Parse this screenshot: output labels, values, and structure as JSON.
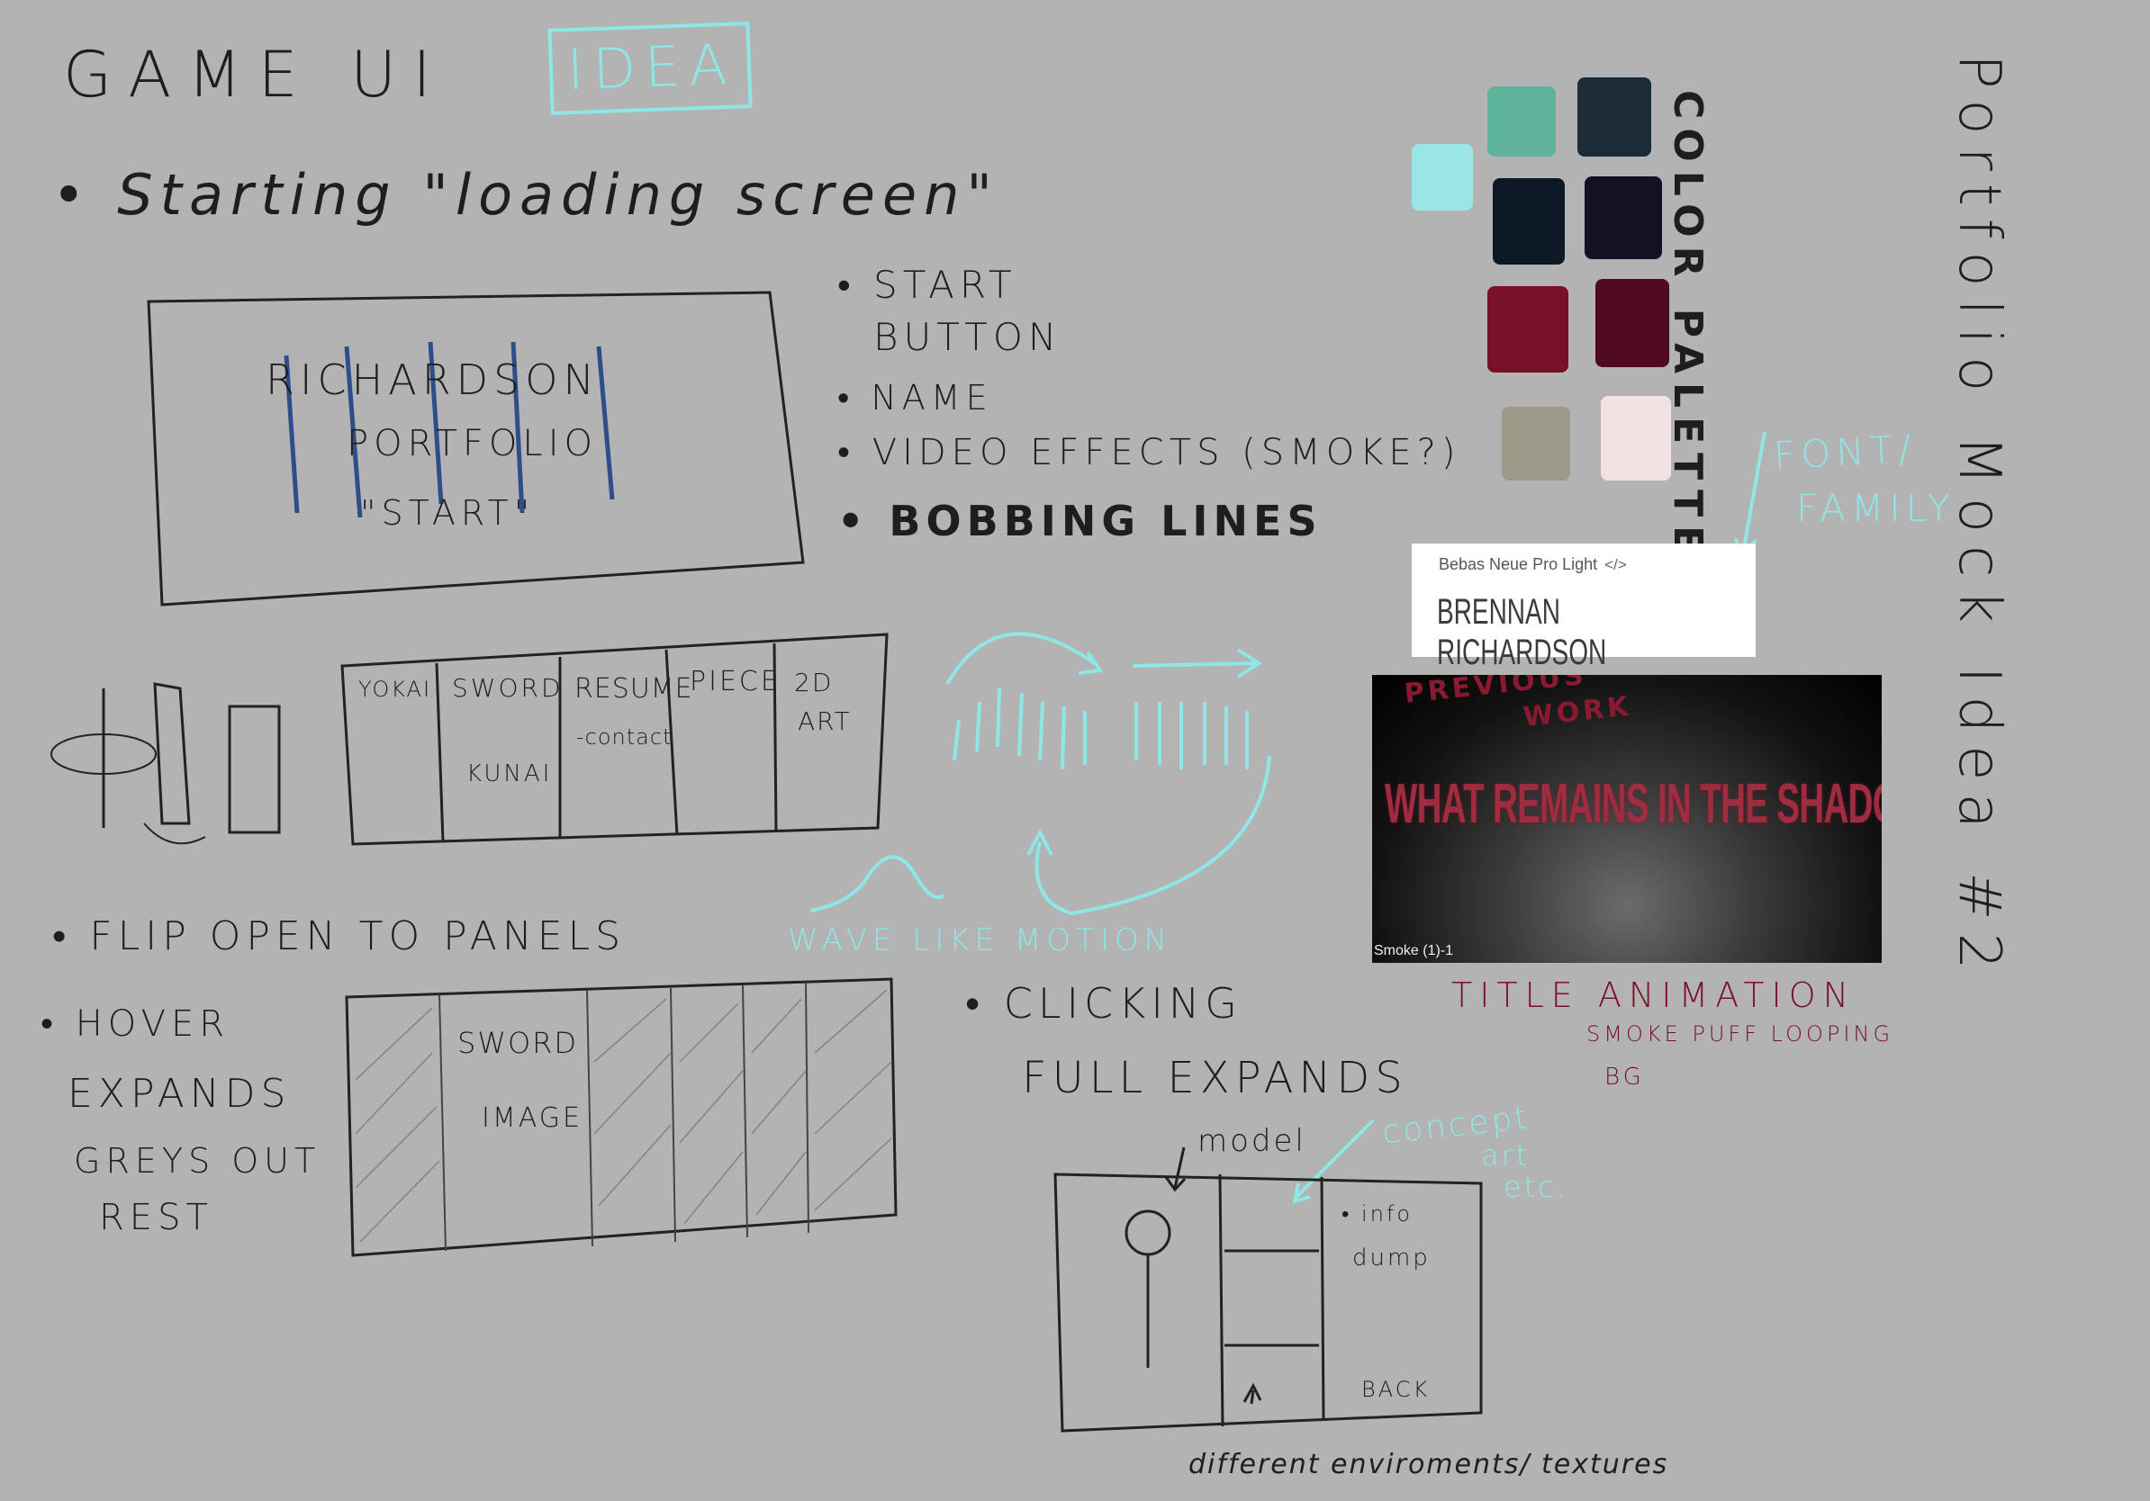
{
  "title": {
    "game_ui": "GAME UI",
    "idea": "IDEA"
  },
  "side_title": "Portfolio Mock Idea #2",
  "loading": {
    "heading": "• Starting \"loading screen\"",
    "sketch_lines": [
      "RICHARDSON",
      "PORTFOLIO",
      "\"START\""
    ],
    "notes": [
      "• START",
      "BUTTON",
      "• NAME",
      "• VIDEO EFFECTS (SMOKE?)",
      "• BOBBING LINES"
    ]
  },
  "panels": {
    "labels": [
      "YOKAI",
      "SWORD",
      "KUNAI",
      "RESUME",
      "-contact",
      "PIECE",
      "2D",
      "ART"
    ],
    "flip": "• FLIP OPEN TO PANELS",
    "hover": [
      "• HOVER",
      "EXPANDS",
      "GREYS OUT",
      "REST"
    ],
    "expanded": [
      "SWORD",
      "IMAGE"
    ]
  },
  "motion": {
    "wave_label": "WAVE LIKE MOTION"
  },
  "clicking": {
    "heading": [
      "• CLICKING",
      "FULL EXPANDS"
    ],
    "model": "model",
    "concept": [
      "concept",
      "art",
      "etc."
    ],
    "info": [
      "• info",
      "dump"
    ],
    "back": "BACK",
    "footer": "different enviroments/ textures"
  },
  "palette": {
    "label": "COLOR PALETTE",
    "colors": [
      "#5eb39a",
      "#1b2c38",
      "#9ae6e4",
      "#0c1a26",
      "#131122",
      "#7a1028",
      "#4e0a1e",
      "#9e9a8a",
      "#f1e1e0"
    ]
  },
  "font": {
    "label": [
      "FONT/",
      "FAMILY"
    ],
    "name": "Bebas Neue Pro Light",
    "code_icon": "</>",
    "sample": "BRENNAN RICHARDSON"
  },
  "video": {
    "overlay": [
      "PREVIOUS",
      "WORK"
    ],
    "title": "WHAT REMAINS IN THE SHADOWS",
    "caption": "Smoke (1)-1"
  },
  "title_anim": [
    "TITLE ANIMATION",
    "SMOKE PUFF LOOPING",
    "BG"
  ]
}
